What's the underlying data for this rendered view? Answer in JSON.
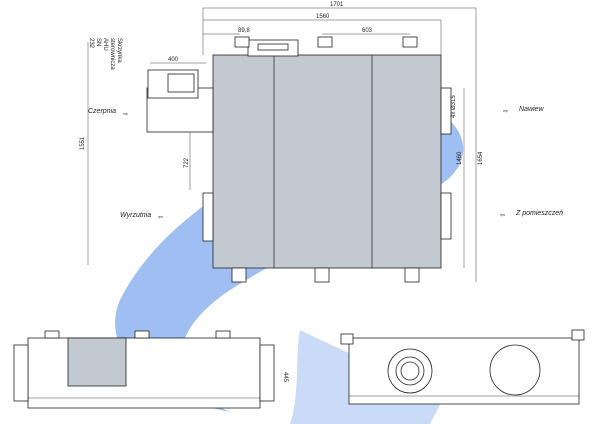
{
  "drawing": {
    "dimensions": {
      "overall_width": "1701",
      "inner_width": "1560",
      "left_offset": "89,8",
      "duct_spacing": "603",
      "control_box_width": "400",
      "overall_height": "1551",
      "side_height": "1460",
      "right_height": "1654",
      "lower_duct_offset": "722",
      "duct_diameter": "4x Ø315",
      "front_height": "445"
    },
    "labels": {
      "intake": "Czerpnia",
      "supply": "Nawiew",
      "exhaust": "Wyrzutnia",
      "from_room": "Z pomieszczeń",
      "box_note_1": "Skrzynka",
      "box_note_2": "sterownicza",
      "box_note_3": "AHU",
      "box_note_4": "SN",
      "box_note_5": "232"
    },
    "watermark_color": "#2b6fe0"
  }
}
